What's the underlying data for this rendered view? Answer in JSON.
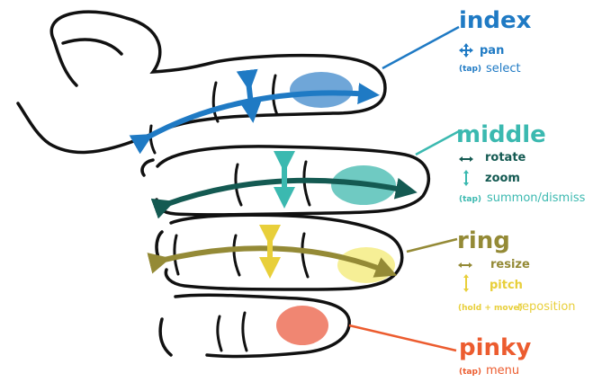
{
  "colors": {
    "index": "#1f7ac4",
    "index_light": "#6fa6d8",
    "middle": "#3bb9b0",
    "middle_dark": "#145a52",
    "middle_light": "#6fcac2",
    "ring": "#948a36",
    "ring_yellow": "#e8cf3a",
    "ring_light": "#f6ef96",
    "pinky": "#ec5c2f",
    "pinky_light": "#f08672",
    "outline": "#111111"
  },
  "fingers": {
    "index": {
      "title": "index",
      "gestures": [
        {
          "icon": "four-way-arrow-icon",
          "label": "pan"
        },
        {
          "tap": "(tap)",
          "label": "select"
        }
      ]
    },
    "middle": {
      "title": "middle",
      "gestures": [
        {
          "icon": "horizontal-arrow-icon",
          "label": "rotate"
        },
        {
          "icon": "vertical-arrow-icon",
          "label": "zoom"
        },
        {
          "tap": "(tap)",
          "label": "summon/dismiss"
        }
      ]
    },
    "ring": {
      "title": "ring",
      "gestures": [
        {
          "icon": "horizontal-arrow-icon",
          "label": "resize"
        },
        {
          "icon": "vertical-arrow-icon",
          "label": "pitch"
        },
        {
          "tap": "(hold + move)",
          "label": "reposition"
        }
      ]
    },
    "pinky": {
      "title": "pinky",
      "gestures": [
        {
          "tap": "(tap)",
          "label": "menu"
        }
      ]
    }
  }
}
